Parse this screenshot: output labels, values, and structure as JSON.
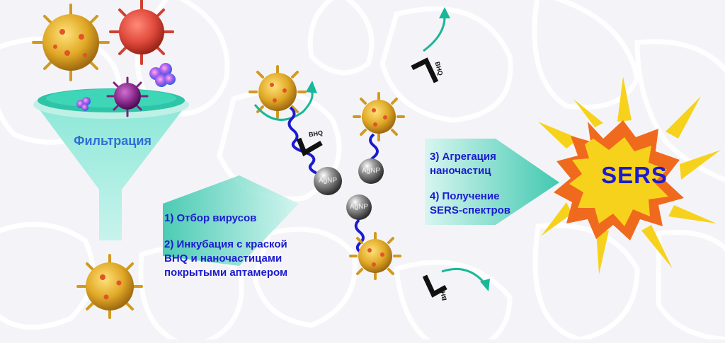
{
  "filter": {
    "label": "Фильтрация"
  },
  "steps": {
    "step1": "1) Отбор вирусов",
    "step2_line1": "2) Инкубация с краской",
    "step2_line2": "BHQ и наночастицами",
    "step2_line3": "покрытыми аптамером",
    "step3_line1": "3) Агрегация",
    "step3_line2": "наночастиц",
    "step4_line1": "4) Получение",
    "step4_line2": "SERS-спектров"
  },
  "sers": {
    "label": "SERS"
  },
  "particles": {
    "agnp_label": "AgNP",
    "bhq_label": "BHQ"
  },
  "colors": {
    "background": "#f4f4f8",
    "teal": "#2ec4a8",
    "text_blue": "#1b1bd0",
    "filter_text": "#2f6fd6",
    "virus_yellow": "#e0a826",
    "virus_red": "#e04a3c",
    "virus_purple": "#8a2a8c",
    "sers_orange": "#f06a1e",
    "sers_yellow": "#f7d21c",
    "aptamer_blue": "#1b1bd0"
  }
}
